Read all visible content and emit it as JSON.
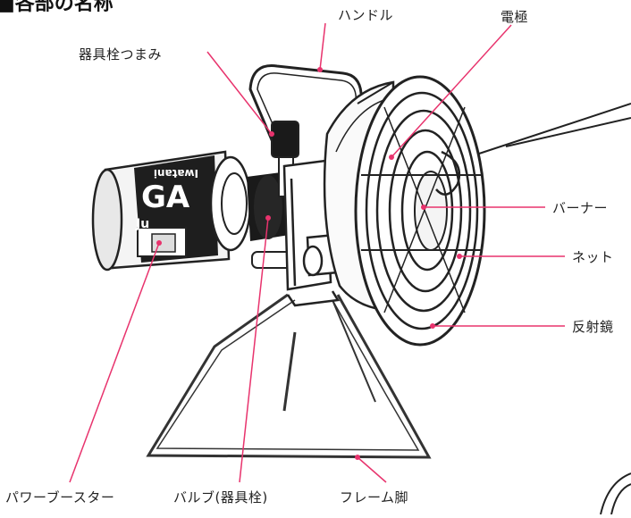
{
  "section_title": "■各部の名称",
  "accent_color": "#e8336d",
  "labels": {
    "handle": "ハンドル",
    "electrode": "電極",
    "knob": "器具栓つまみ",
    "burner": "バーナー",
    "net": "ネット",
    "reflector": "反射鏡",
    "power_booster": "パワーブースター",
    "valve": "バルブ(器具栓)",
    "frame_leg": "フレーム脚"
  },
  "canister_text": {
    "brand": "Iwatani",
    "big": "GA",
    "small": "Ju"
  }
}
